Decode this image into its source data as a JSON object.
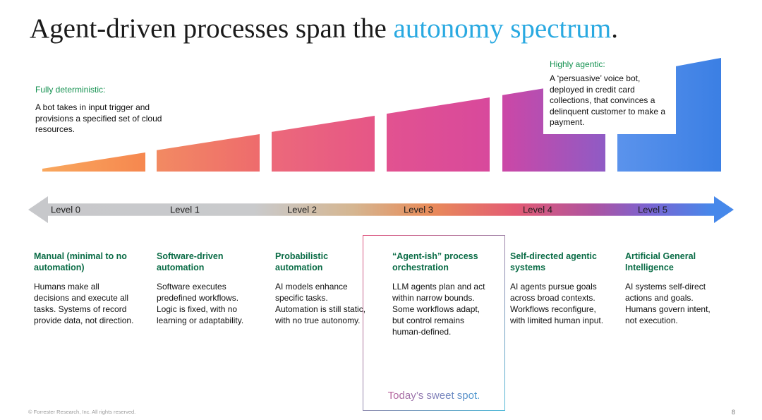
{
  "title": {
    "prefix": "Agent-driven processes span the ",
    "highlight": "autonomy spectrum",
    "suffix": "."
  },
  "annotations": {
    "left": {
      "label": "Fully deterministic:",
      "text": "A bot takes in input trigger and provisions a specified set of cloud resources."
    },
    "right": {
      "label": "Highly agentic:",
      "text": "A ‘persuasive’ voice bot, deployed in credit card collections, that convinces a delinquent customer to make a payment."
    }
  },
  "spectrum": {
    "levels": [
      "Level 0",
      "Level 1",
      "Level 2",
      "Level 3",
      "Level 4",
      "Level 5"
    ]
  },
  "columns": [
    {
      "heading": "Manual (minimal to no automation)",
      "body": "Humans make all decisions and execute all tasks. Systems of record provide data, not direction."
    },
    {
      "heading": "Software-driven automation",
      "body": "Software executes predefined workflows. Logic is fixed, with no learning or adaptability."
    },
    {
      "heading": "Probabilistic automation",
      "body": "AI models enhance specific tasks. Automation is still static, with no true autonomy."
    },
    {
      "heading": "“Agent-ish” process orchestration",
      "body": "LLM agents plan and act within narrow bounds. Some workflows adapt, but control remains human-defined.",
      "highlighted": true
    },
    {
      "heading": "Self-directed agentic systems",
      "body": "AI agents pursue goals across broad contexts. Workflows reconfigure, with limited human input."
    },
    {
      "heading": "Artificial General Intelligence",
      "body": "AI systems self-direct actions and goals. Humans govern intent, not execution."
    }
  ],
  "sweet_spot_label": "Today’s sweet spot.",
  "footer": {
    "copyright": "© Forrester Research, Inc. All rights reserved.",
    "page_number": "8"
  },
  "colors": {
    "title_highlight_blue": "#29a9e1",
    "annotation_label_green": "#149150",
    "column_heading_green": "#0a6c46",
    "ramp_gradient": [
      "#f9a85e",
      "#f6874f",
      "#ee6b6d",
      "#e65687",
      "#d8499c",
      "#8f5bc5",
      "#3b7fe4"
    ],
    "arrow_gradient": [
      "#c9cacc",
      "#e88b59",
      "#e35b74",
      "#ae53a0",
      "#4688ea"
    ],
    "sweet_spot_gradient": [
      "#d9538c",
      "#29a9e1"
    ]
  }
}
